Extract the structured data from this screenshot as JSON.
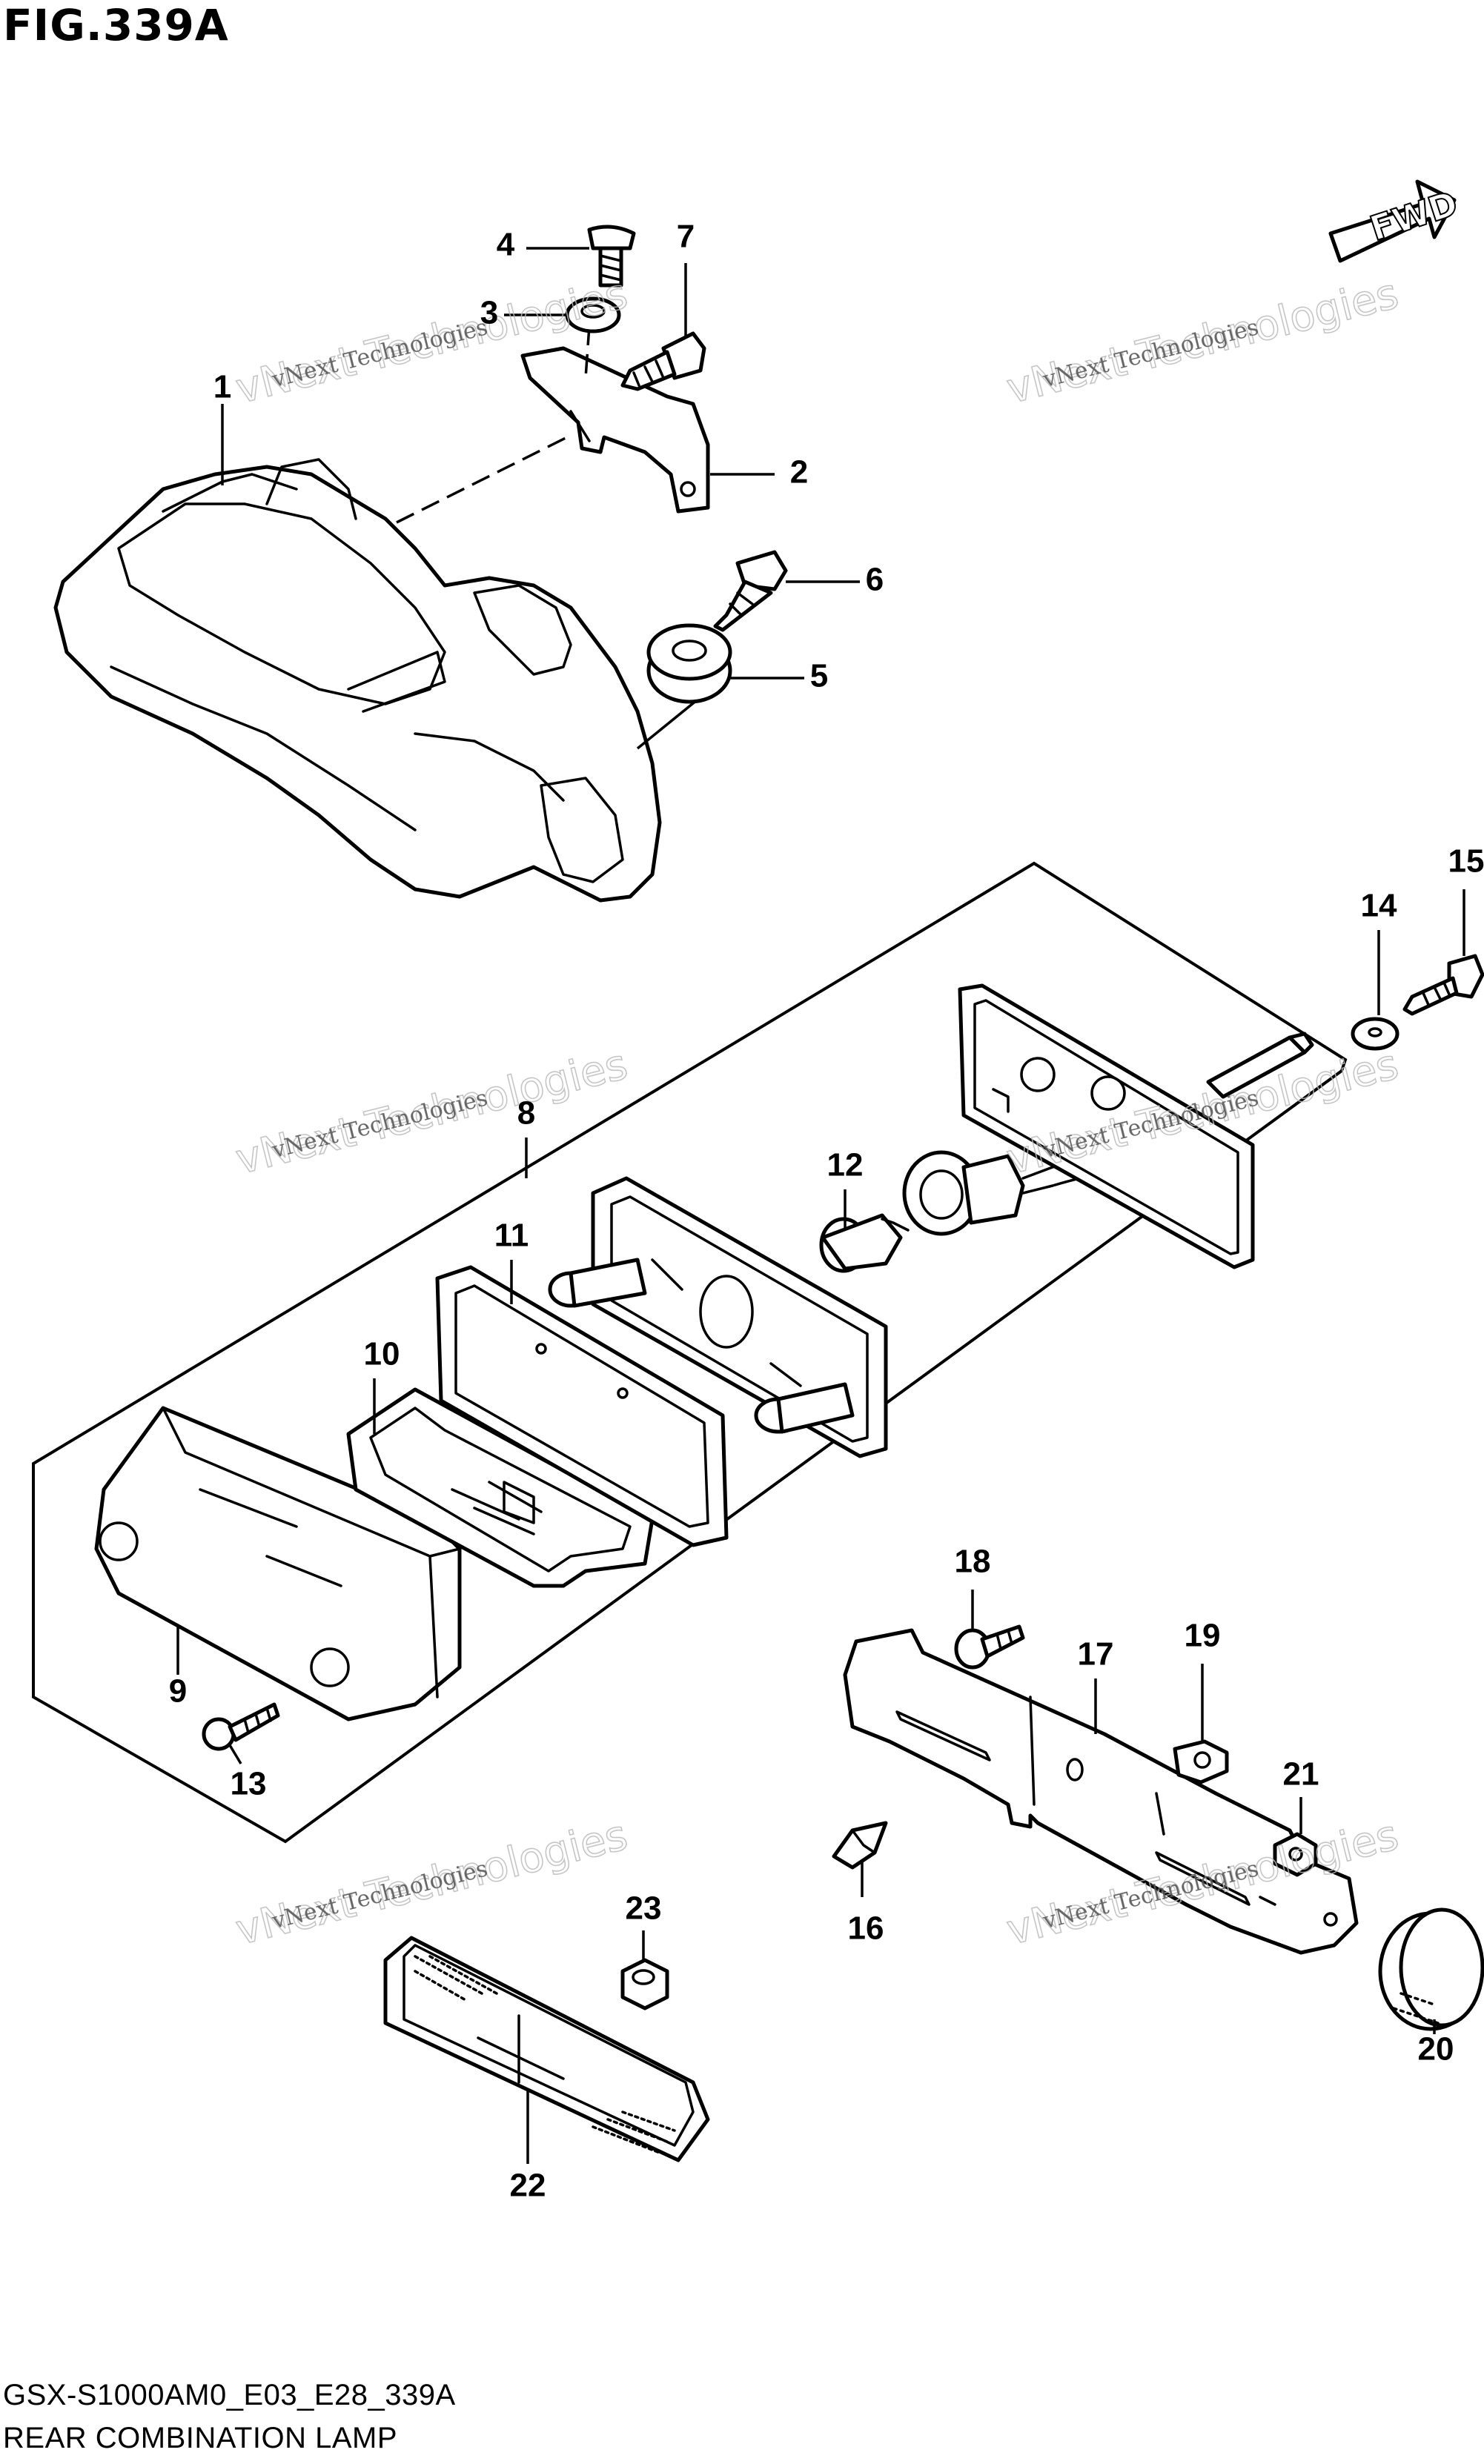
{
  "figure_title": "FIG.339A",
  "fwd_label": "FWD",
  "watermark": {
    "line1": "vNext Technologies",
    "line2": "vNext Technologies"
  },
  "footer": {
    "code": "GSX-S1000AM0_E03_E28_339A",
    "name": "REAR COMBINATION LAMP"
  },
  "callouts": [
    "1",
    "2",
    "3",
    "4",
    "5",
    "6",
    "7",
    "8",
    "9",
    "10",
    "11",
    "12",
    "13",
    "14",
    "15",
    "16",
    "17",
    "18",
    "19",
    "20",
    "21",
    "22",
    "23"
  ]
}
